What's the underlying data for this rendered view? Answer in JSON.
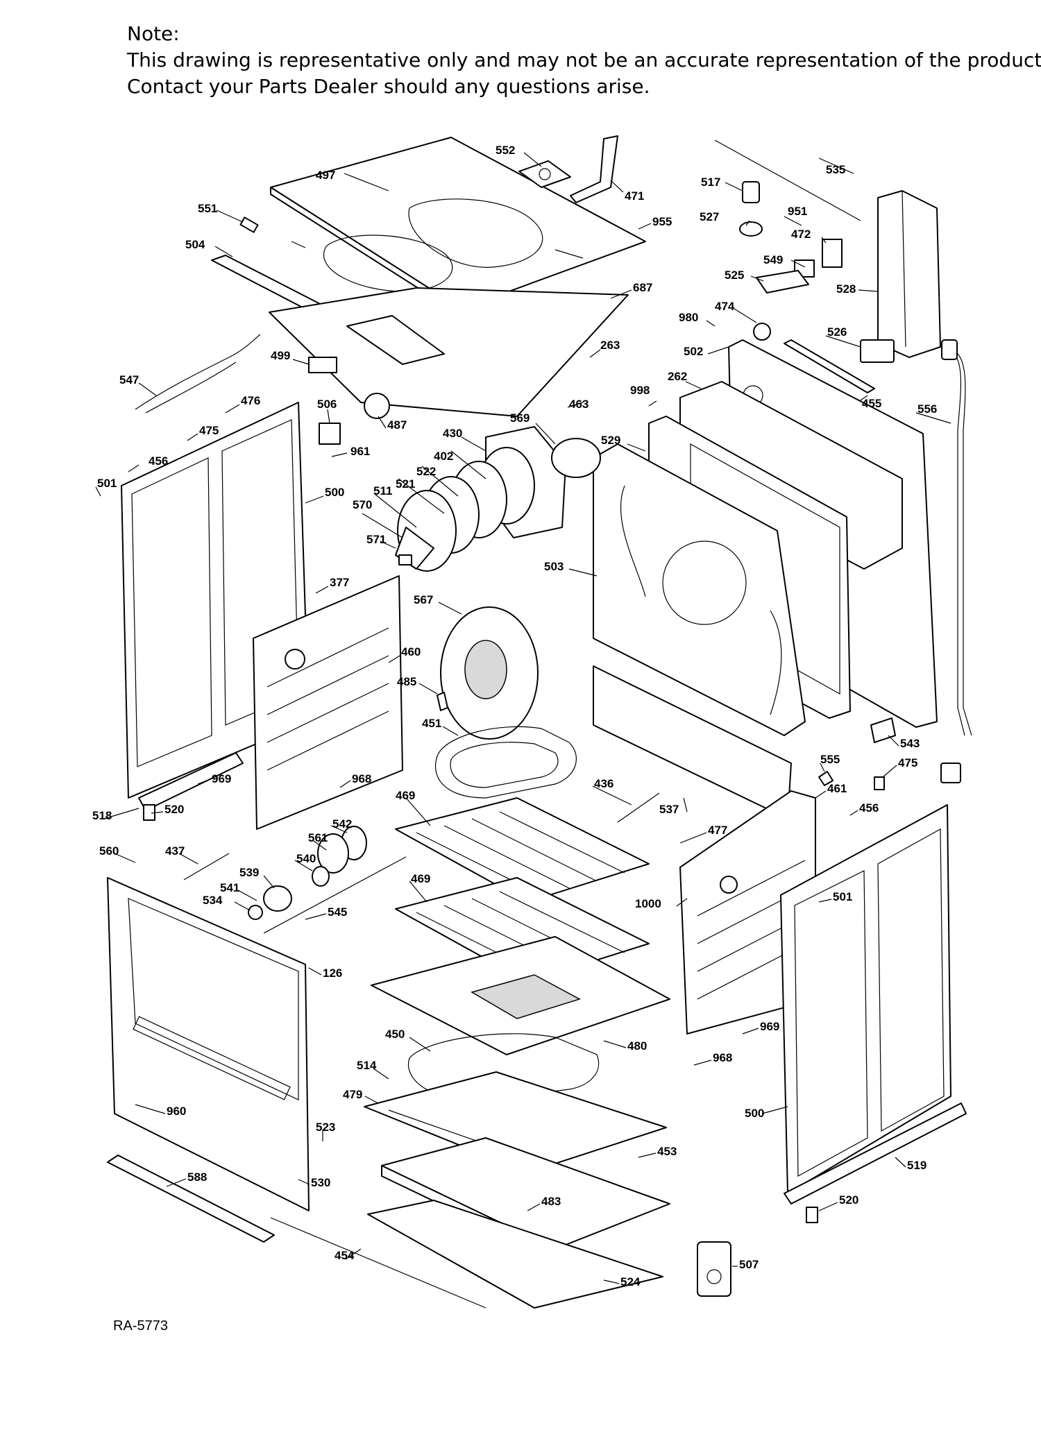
{
  "note": {
    "heading": "Note:",
    "line1": "This drawing is representative only and may not be an accurate representation of the product.",
    "line2": "Contact your Parts Dealer should any questions arise."
  },
  "figure_code": "RA-5773",
  "part_labels": [
    "552",
    "497",
    "471",
    "535",
    "517",
    "951",
    "551",
    "955",
    "527",
    "472",
    "504",
    "549",
    "525",
    "528",
    "687",
    "474",
    "980",
    "263",
    "526",
    "502",
    "499",
    "547",
    "262",
    "455",
    "476",
    "998",
    "556",
    "463",
    "506",
    "487",
    "475",
    "569",
    "529",
    "430",
    "456",
    "961",
    "402",
    "522",
    "501",
    "521",
    "500",
    "511",
    "570",
    "571",
    "503",
    "377",
    "567",
    "460",
    "485",
    "451",
    "543",
    "555",
    "475",
    "969",
    "968",
    "436",
    "461",
    "518",
    "520",
    "469",
    "537",
    "456",
    "542",
    "477",
    "560",
    "437",
    "561",
    "540",
    "539",
    "469",
    "1000",
    "541",
    "534",
    "545",
    "501",
    "126",
    "450",
    "480",
    "969",
    "514",
    "968",
    "479",
    "960",
    "523",
    "500",
    "453",
    "519",
    "588",
    "530",
    "483",
    "520",
    "454",
    "524",
    "507"
  ]
}
